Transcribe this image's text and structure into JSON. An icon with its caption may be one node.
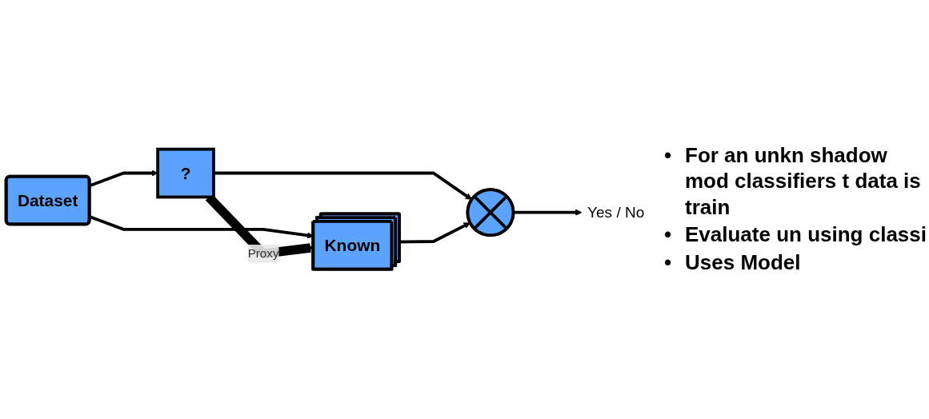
{
  "diagram": {
    "nodes": [
      {
        "text": [
          "Dataset"
        ]
      },
      {
        "text": [
          "?"
        ]
      },
      {
        "text": [
          "Known"
        ]
      },
      {
        "text": [],
        "shape": "circle"
      },
      {
        "text": [
          "Yes / No"
        ]
      }
    ],
    "edges": [
      {
        "from": 0,
        "to": 1,
        "arrow": "to"
      },
      {
        "from": 0,
        "to": 2,
        "arrow": "to"
      },
      {
        "from": 1,
        "to": 2,
        "arrow": "to",
        "label": "Proxy",
        "style": "thick"
      },
      {
        "from": 1,
        "to": 3,
        "arrow": "to"
      },
      {
        "from": 2,
        "to": 3,
        "arrow": "to"
      },
      {
        "from": 3,
        "to": 4,
        "arrow": "to"
      }
    ],
    "labels": [
      "•",
      "For an unkn shadow mod classifiers t data is train",
      "•",
      "Evaluate un using classi",
      "•",
      "Uses Model"
    ]
  }
}
